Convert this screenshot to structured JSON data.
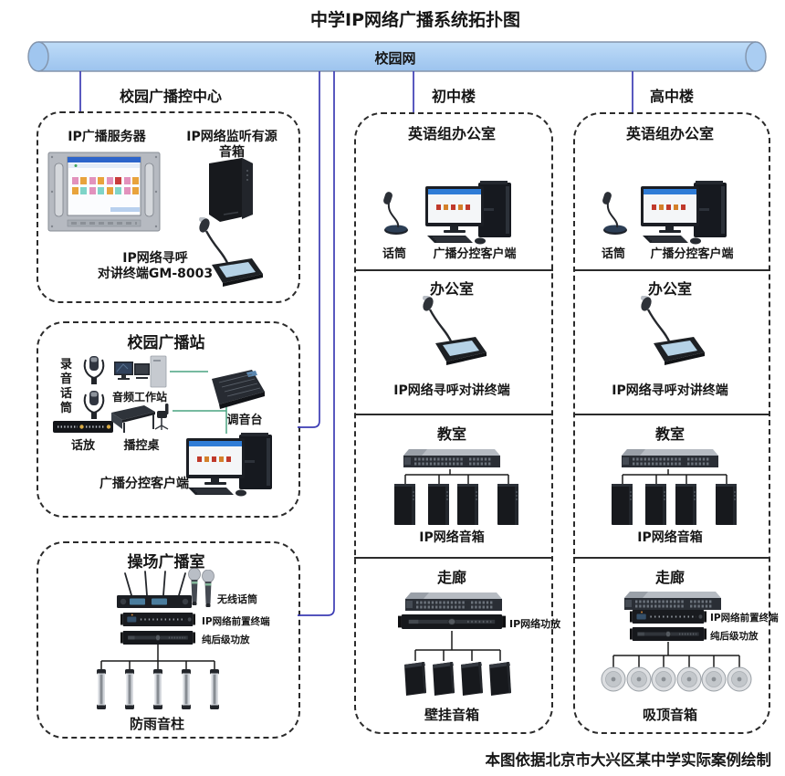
{
  "title": "中学IP网络广播系统拓扑图",
  "footer": "本图依据北京市大兴区某中学实际案例绘制",
  "network": {
    "label": "校园网"
  },
  "branches": {
    "control": "校园广播控中心",
    "junior": "初中楼",
    "senior": "高中楼"
  },
  "control": {
    "box1": {
      "server": "IP广播服务器",
      "speaker_line1": "IP网络监听有源",
      "speaker_line2": "音箱",
      "terminal_line1": "IP网络寻呼",
      "terminal_line2": "对讲终端GM-8003"
    },
    "box2": {
      "title": "校园广播站",
      "rec_mic": "录音话筒",
      "preamp": "话放",
      "workstation": "音频工作站",
      "desk": "播控桌",
      "mixer": "调音台",
      "client": "广播分控客户端"
    },
    "box3": {
      "title": "操场广播室",
      "wireless_mic": "无线话筒",
      "front_terminal": "IP网络前置终端",
      "amp": "纯后级功放",
      "column_speaker": "防雨音柱"
    }
  },
  "junior": {
    "office_group": {
      "title": "英语组办公室",
      "mic": "话筒",
      "client": "广播分控客户端"
    },
    "office": {
      "title": "办公室",
      "terminal": "IP网络寻呼对讲终端"
    },
    "classroom": {
      "title": "教室",
      "speaker": "IP网络音箱"
    },
    "corridor": {
      "title": "走廊",
      "amp": "IP网络功放",
      "speaker": "壁挂音箱"
    }
  },
  "senior": {
    "office_group": {
      "title": "英语组办公室",
      "mic": "话筒",
      "client": "广播分控客户端"
    },
    "office": {
      "title": "办公室",
      "terminal": "IP网络寻呼对讲终端"
    },
    "classroom": {
      "title": "教室",
      "speaker": "IP网络音箱"
    },
    "corridor": {
      "title": "走廊",
      "front_terminal": "IP网络前置终端",
      "amp": "纯后级功放",
      "speaker": "吸顶音箱"
    }
  },
  "colors": {
    "cylinder_fill": "#aacdf2",
    "trunk_line": "#3c3cb4",
    "studio_line": "#4aa380",
    "wire": "#1b1b1b"
  }
}
